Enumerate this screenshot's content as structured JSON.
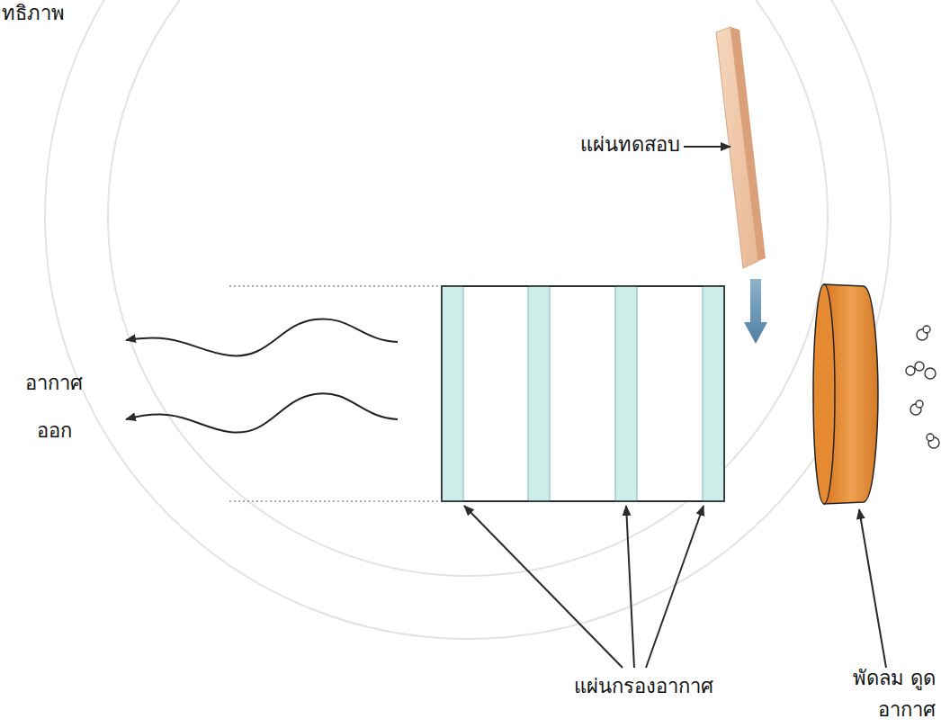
{
  "diagram": {
    "labels": [
      "ทธิภาพ",
      "แผ่นทดสอบ",
      "อากาศ ออก",
      "แผ่นกรองอากาศ",
      "พัดลม ดูดอากาศ"
    ]
  }
}
